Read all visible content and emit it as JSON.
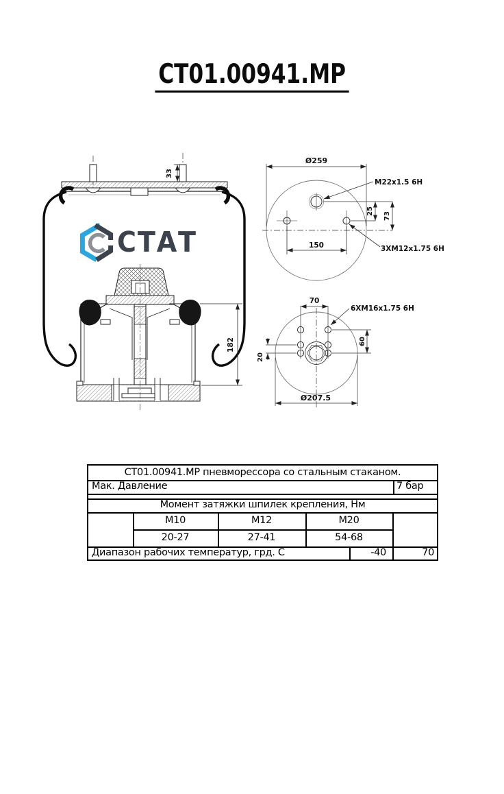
{
  "title": "CT01.00941.MP",
  "logo": {
    "text": "СТАТ"
  },
  "side": {
    "dim_stud": "33",
    "dim_height": "182"
  },
  "top": {
    "diameter": "Ø259",
    "center_thread": "M22x1.5 6H",
    "holes_label": "3XM12x1.75 6H",
    "dim_25": "25",
    "dim_73": "73",
    "dim_150": "150"
  },
  "bottom": {
    "dim_70": "70",
    "holes_label": "6XM16x1.75 6H",
    "dim_60": "60",
    "dim_20": "20",
    "diameter": "Ø207.5"
  },
  "table": {
    "title": "СТ01.00941.МР пневморессора со стальным стаканом.",
    "pressure_label": "Мак. Давление",
    "pressure_value": "7 бар",
    "torque_header": "Момент затяжки шпилек крепления, Нм",
    "sizes": [
      "М10",
      "М12",
      "М20"
    ],
    "torques": [
      "20-27",
      "27-41",
      "54-68"
    ],
    "temp_label": "Диапазон рабочих температур, грд. С",
    "temp_min": "-40",
    "temp_max": "70"
  }
}
